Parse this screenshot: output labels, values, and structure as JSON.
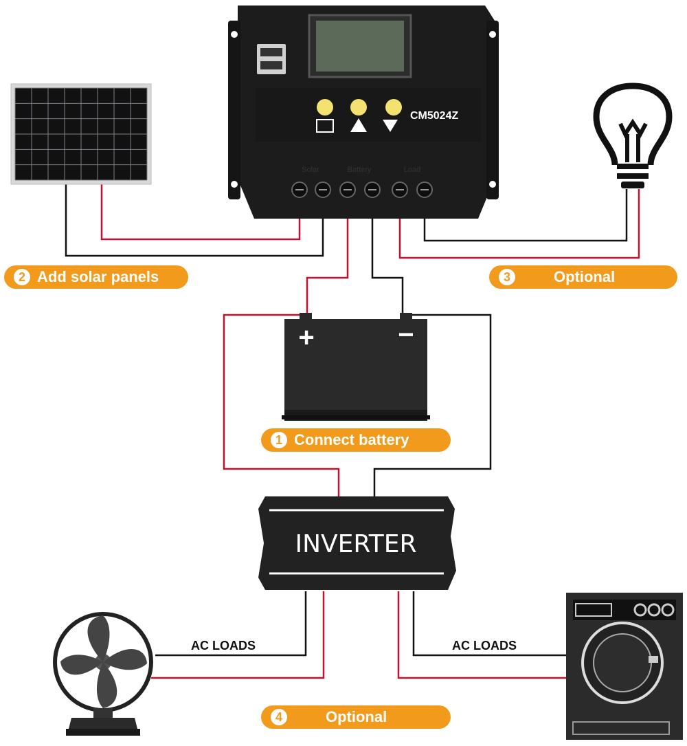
{
  "controller": {
    "model": "CM5024Z",
    "terminal_labels": [
      "Solar",
      "Battery",
      "Load"
    ]
  },
  "battery": {
    "plus": "+",
    "minus": "−"
  },
  "inverter": {
    "label": "INVERTER"
  },
  "steps": [
    {
      "num": "1",
      "text": "Connect battery"
    },
    {
      "num": "2",
      "text": "Add solar panels"
    },
    {
      "num": "3",
      "text": "Optional"
    },
    {
      "num": "4",
      "text": "Optional"
    }
  ],
  "ac_loads_left": "AC LOADS",
  "ac_loads_right": "AC LOADS",
  "colors": {
    "accent": "#f19a1c",
    "positive_wire": "#c8102e",
    "negative_wire": "#111111",
    "device": "#222222"
  },
  "icons": [
    "solar-panel-icon",
    "light-bulb-icon",
    "battery-icon",
    "fan-icon",
    "washing-machine-icon"
  ]
}
